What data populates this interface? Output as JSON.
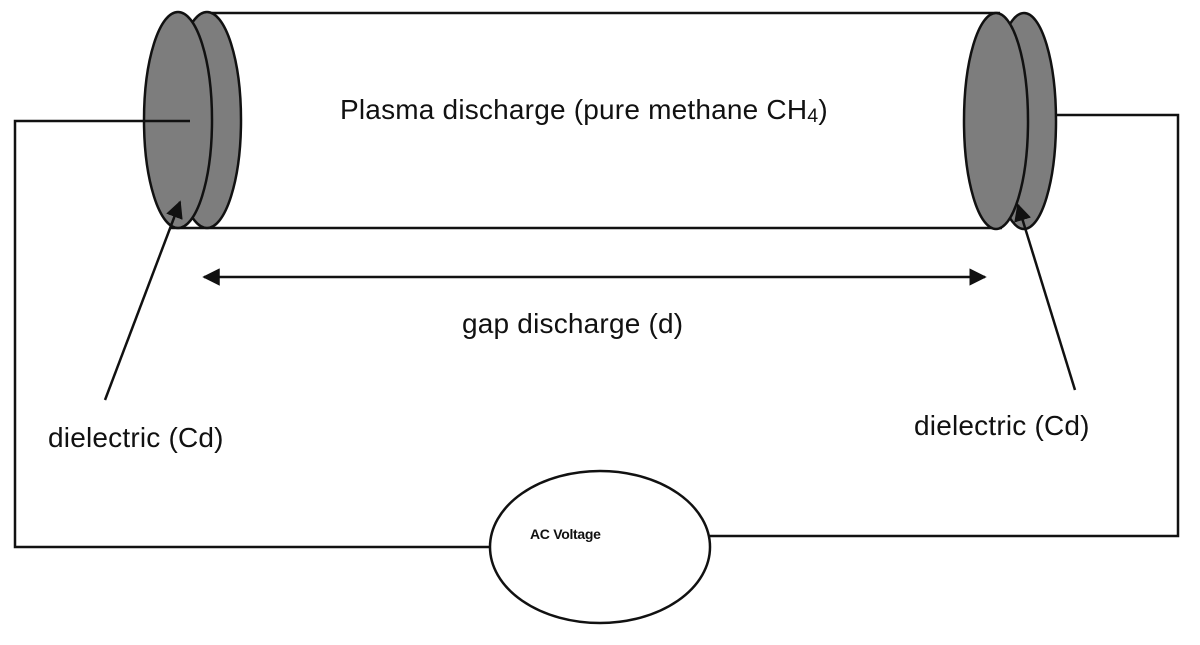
{
  "labels": {
    "plasma_prefix": "Plasma discharge (pure methane CH",
    "plasma_sub": "4",
    "plasma_suffix": ")",
    "gap": "gap discharge (d)",
    "dielectric_left": "dielectric (Cd)",
    "dielectric_right": "dielectric (Cd)",
    "source": "AC Voltage"
  },
  "colors": {
    "dielectric_fill": "#7d7d7d",
    "stroke": "#111111",
    "background": "#ffffff"
  }
}
